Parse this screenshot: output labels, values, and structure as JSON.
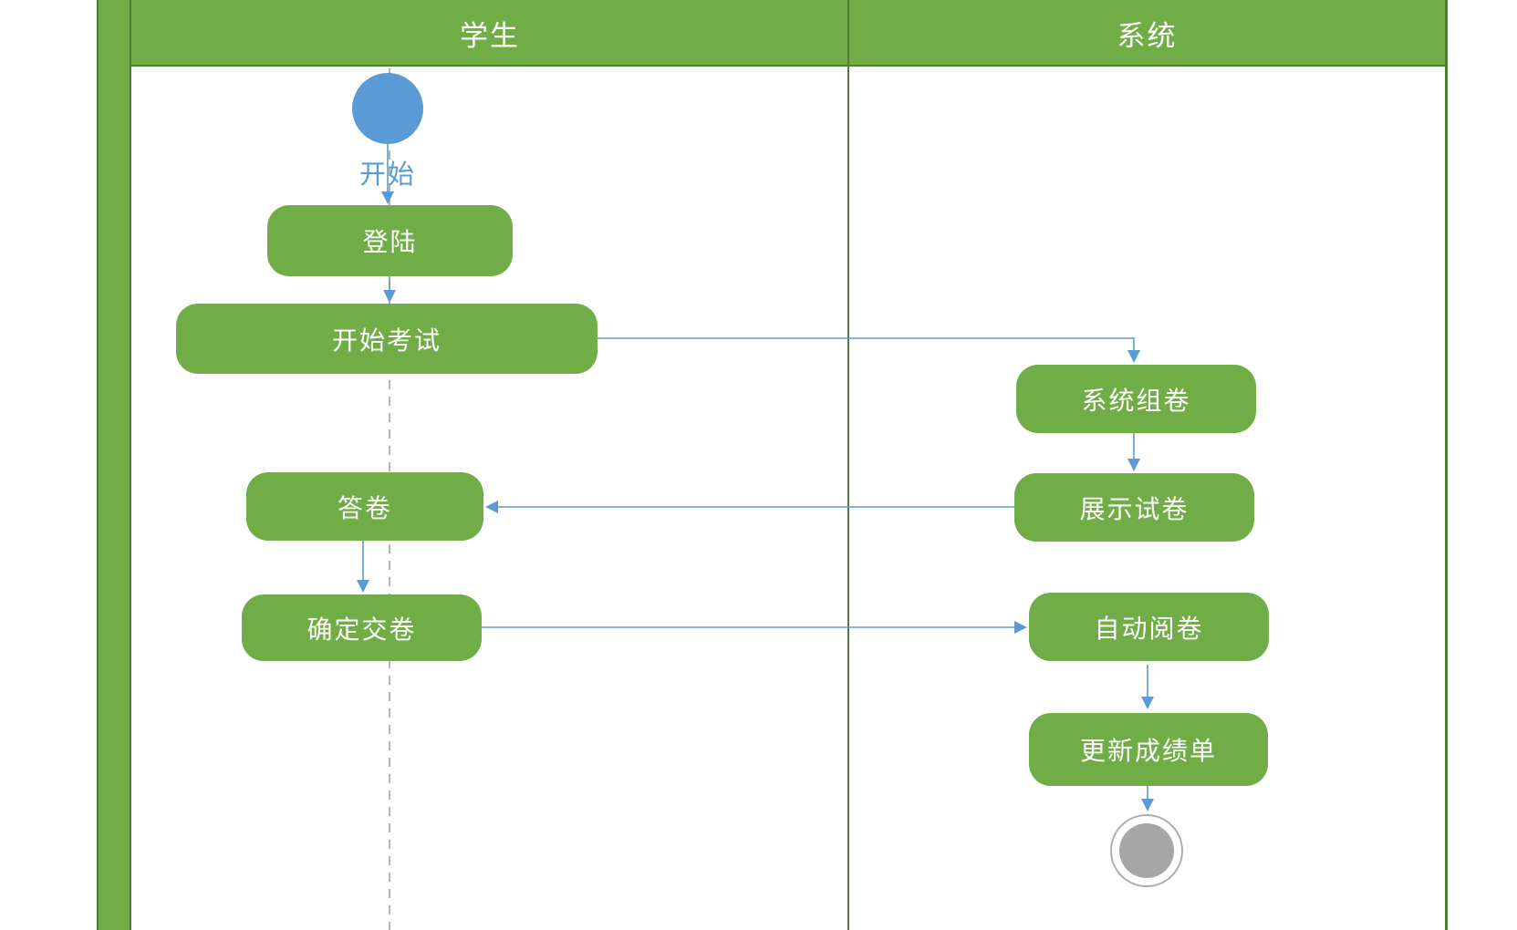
{
  "diagram_type": "uml-activity-swimlane",
  "lanes": {
    "student": {
      "title": "学生"
    },
    "system": {
      "title": "系统"
    }
  },
  "nodes": {
    "start": {
      "type": "start-node",
      "label": "开始",
      "lane": "student"
    },
    "login": {
      "type": "activity",
      "label": "登陆",
      "lane": "student"
    },
    "start_exam": {
      "type": "activity",
      "label": "开始考试",
      "lane": "student"
    },
    "compose_paper": {
      "type": "activity",
      "label": "系统组卷",
      "lane": "system"
    },
    "show_paper": {
      "type": "activity",
      "label": "展示试卷",
      "lane": "system"
    },
    "answer": {
      "type": "activity",
      "label": "答卷",
      "lane": "student"
    },
    "submit": {
      "type": "activity",
      "label": "确定交卷",
      "lane": "student"
    },
    "auto_grade": {
      "type": "activity",
      "label": "自动阅卷",
      "lane": "system"
    },
    "update_score": {
      "type": "activity",
      "label": "更新成绩单",
      "lane": "system"
    },
    "end": {
      "type": "end-node",
      "label": "",
      "lane": "system"
    }
  },
  "edges": [
    {
      "from": "start",
      "to": "login"
    },
    {
      "from": "login",
      "to": "start_exam"
    },
    {
      "from": "start_exam",
      "to": "compose_paper"
    },
    {
      "from": "compose_paper",
      "to": "show_paper"
    },
    {
      "from": "show_paper",
      "to": "answer"
    },
    {
      "from": "answer",
      "to": "submit"
    },
    {
      "from": "submit",
      "to": "auto_grade"
    },
    {
      "from": "auto_grade",
      "to": "update_score"
    },
    {
      "from": "update_score",
      "to": "end"
    }
  ],
  "colors": {
    "lane_fill": "#70AD47",
    "lane_border": "#507E32",
    "activity_fill": "#70AD47",
    "activity_text": "#FFFFFF",
    "start_fill": "#5B9BD5",
    "connector": "#5B9BD5",
    "end_fill": "#A6A6A6",
    "end_ring": "#ADADAD",
    "dashed_line": "#ABABAB"
  }
}
